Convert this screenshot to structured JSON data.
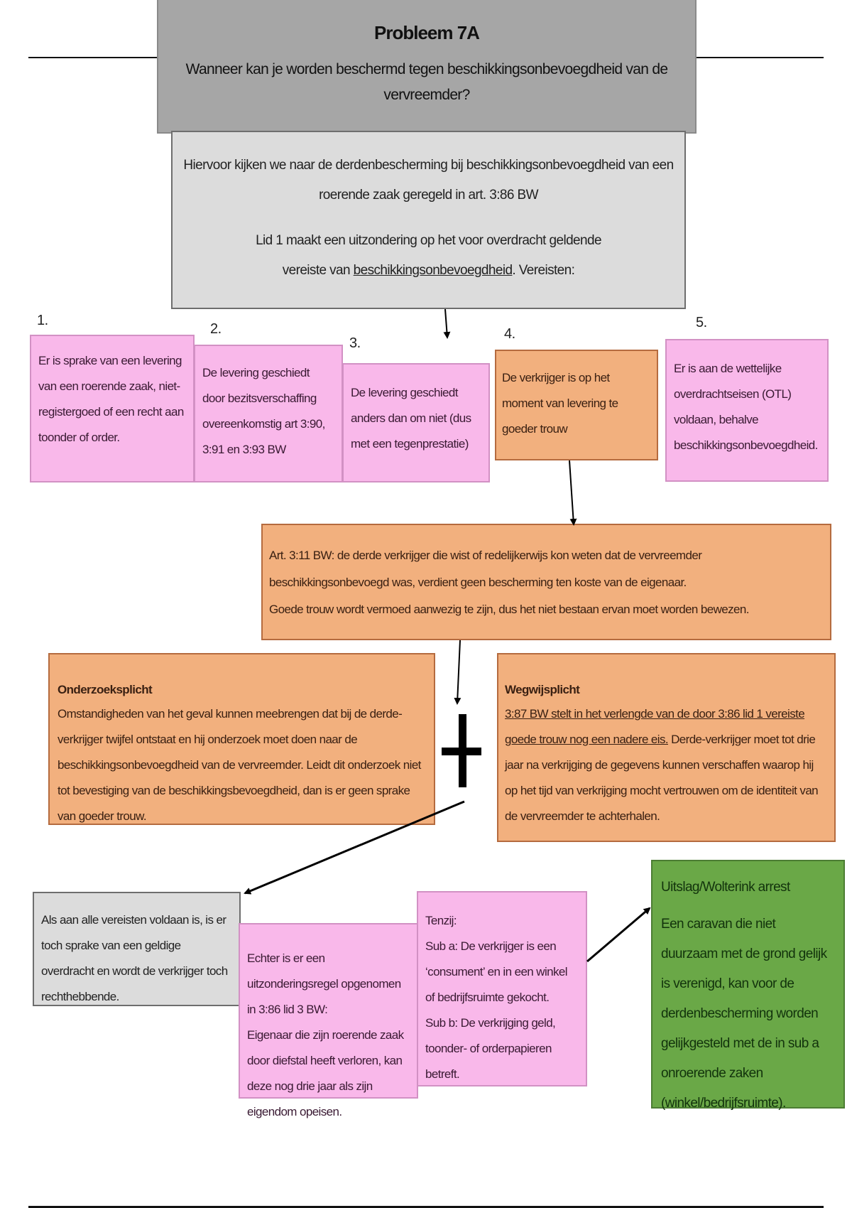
{
  "header": {
    "title": "Probleem 7A",
    "question": "Wanneer kan je worden beschermd tegen beschikkingsonbevoegdheid van de vervreemder?"
  },
  "intro": {
    "line1": "Hiervoor kijken we naar de derdenbescherming bij beschikkingsonbevoegdheid van een roerende zaak geregeld in art. 3:86 BW",
    "line2_prefix": "Lid 1 maakt een uitzondering op het voor overdracht geldende vereiste van",
    "line2_underlined": "beschikkingsonbevoegdheid",
    "line2_suffix": ". Vereisten:"
  },
  "requirements": [
    {
      "number": "1.",
      "text": "Er is sprake van een levering van een roerende zaak, niet-registergoed of een recht aan toonder of order.",
      "color": "#f9b8ea"
    },
    {
      "number": "2.",
      "text": "De levering geschiedt door bezitsverschaffing overeenkomstig art 3:90, 3:91 en 3:93 BW",
      "color": "#f9b8ea"
    },
    {
      "number": "3.",
      "text": "De levering geschiedt anders dan om niet (dus met een tegenprestatie)",
      "color": "#f9b8ea"
    },
    {
      "number": "4.",
      "text": "De verkrijger is op het moment van levering te goeder trouw",
      "color": "#f2b07e"
    },
    {
      "number": "5.",
      "text": "Er is aan de wettelijke overdrachtseisen (OTL) voldaan, behalve beschikkingsonbevoegdheid.",
      "color": "#f9b8ea"
    }
  ],
  "art311": {
    "line1": "Art. 3:11 BW: de derde verkrijger die wist of redelijkerwijs kon weten dat de vervreemder beschikkingsonbevoegd was, verdient geen bescherming ten koste van de eigenaar.",
    "line2": "Goede trouw wordt vermoed aanwezig te zijn, dus het niet bestaan ervan moet worden bewezen."
  },
  "onderzoeksplicht": {
    "heading": "Onderzoeksplicht",
    "text": "Omstandigheden van het geval kunnen meebrengen dat bij de derde-verkrijger twijfel ontstaat en hij onderzoek moet doen naar de beschikkingsonbevoegdheid van de vervreemder. Leidt dit onderzoek niet tot bevestiging van de beschikkingsbevoegdheid, dan is er geen sprake van goeder trouw."
  },
  "plus_symbol": "+",
  "wegwijsplicht": {
    "heading": "Wegwijsplicht",
    "underlined": "3:87 BW stelt in het verlengde van de door 3:86 lid 1 vereiste goede trouw nog een nadere eis.",
    "text": " Derde-verkrijger moet tot drie jaar na verkrijging de gegevens kunnen verschaffen waarop hij op het tijd van verkrijging mocht vertrouwen om de identiteit van de vervreemder te achterhalen."
  },
  "result": {
    "text": "Als aan alle vereisten voldaan is, is er toch sprake van een geldige overdracht en wordt de verkrijger toch rechthebbende."
  },
  "exception": {
    "line1": "Echter is er een uitzonderingsregel opgenomen in 3:86 lid 3 BW:",
    "line2": "Eigenaar die zijn roerende zaak door diefstal heeft verloren, kan deze nog drie jaar als zijn eigendom opeisen."
  },
  "tenzij": {
    "heading": "Tenzij:",
    "sub_a": "Sub a: De verkrijger is een ‘consument’ en in een winkel of bedrijfsruimte gekocht.",
    "sub_b": "Sub b: De verkrijging geld, toonder- of orderpapieren betreft."
  },
  "wolterink": {
    "heading": "Uitslag/Wolterink arrest",
    "text": "Een caravan die niet duurzaam met de grond gelijk is verenigd, kan voor de derdenbescherming worden gelijkgesteld met de in sub a onroerende zaken (winkel/bedrijfsruimte)."
  },
  "colors": {
    "header_grey": "#a6a6a6",
    "intro_grey": "#dcdcdc",
    "pink": "#f9b8ea",
    "orange": "#f2b07e",
    "green": "#6aa847"
  }
}
